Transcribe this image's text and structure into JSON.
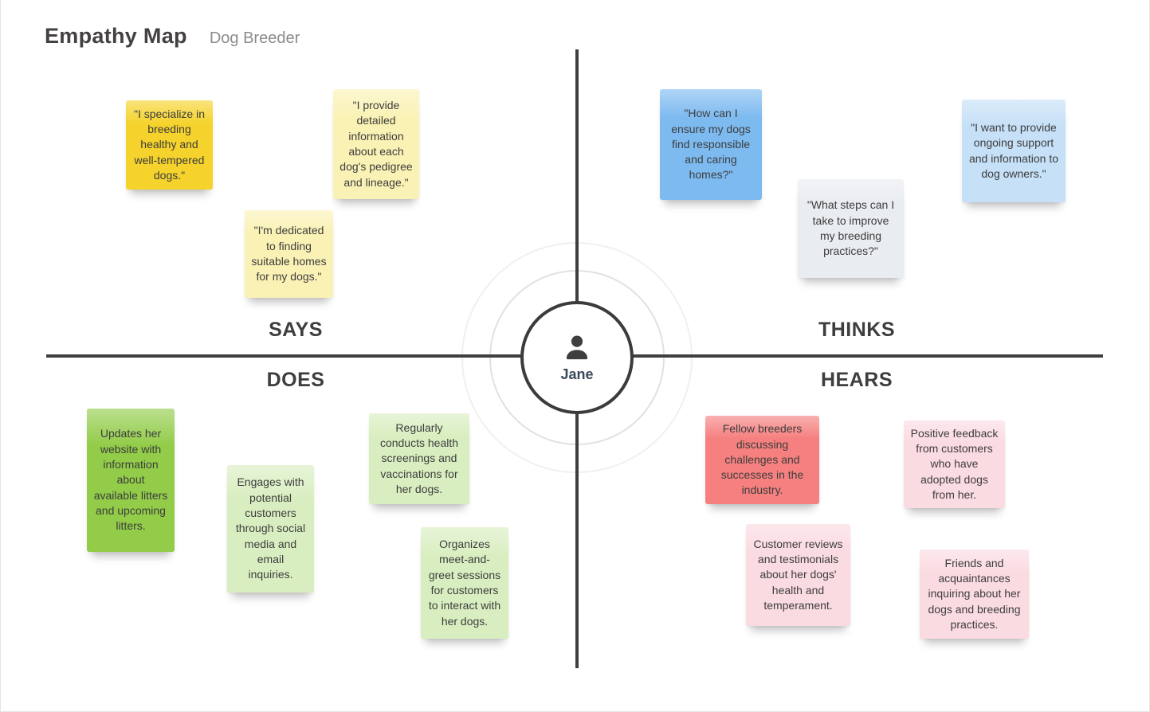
{
  "header": {
    "title": "Empathy Map",
    "subtitle": "Dog Breeder"
  },
  "persona": {
    "name": "Jane"
  },
  "quadrant_labels": {
    "says": "SAYS",
    "thinks": "THINKS",
    "does": "DOES",
    "hears": "HEARS"
  },
  "colors": {
    "gold": "#F5D32C",
    "light_yellow": "#FAF2B5",
    "blue": "#7DBAF0",
    "light_gray": "#E9ECF0",
    "light_blue": "#C6E0F7",
    "green": "#92CC49",
    "light_green": "#D9EEC0",
    "red": "#F5807F",
    "light_pink": "#FBDBE2",
    "axis": "#3F3F3F"
  },
  "notes": [
    {
      "quadrant": "says",
      "color": "gold",
      "text": "\"I specialize in breeding healthy and well-tempered dogs.\""
    },
    {
      "quadrant": "says",
      "color": "light_yellow",
      "text": "\"I provide detailed information about each dog's pedigree and lineage.\""
    },
    {
      "quadrant": "says",
      "color": "light_yellow",
      "text": "\"I'm dedicated to finding suitable homes for my dogs.\""
    },
    {
      "quadrant": "thinks",
      "color": "blue",
      "text": "\"How can I ensure my dogs find responsible and caring homes?\""
    },
    {
      "quadrant": "thinks",
      "color": "light_gray",
      "text": "\"What steps can I take to improve my breeding practices?\""
    },
    {
      "quadrant": "thinks",
      "color": "light_blue",
      "text": "\"I want to provide ongoing support and information to dog owners.\""
    },
    {
      "quadrant": "does",
      "color": "green",
      "text": "Updates her website with information about available litters and upcoming litters."
    },
    {
      "quadrant": "does",
      "color": "light_green",
      "text": "Engages with potential customers through social media and email inquiries."
    },
    {
      "quadrant": "does",
      "color": "light_green",
      "text": "Regularly conducts health screenings and vaccinations for her dogs."
    },
    {
      "quadrant": "does",
      "color": "light_green",
      "text": "Organizes meet-and-greet sessions for customers to interact with her dogs."
    },
    {
      "quadrant": "hears",
      "color": "red",
      "text": "Fellow breeders discussing challenges and successes in the industry."
    },
    {
      "quadrant": "hears",
      "color": "light_pink",
      "text": "Positive feedback from customers who have adopted dogs from her."
    },
    {
      "quadrant": "hears",
      "color": "light_pink",
      "text": "Customer reviews and testimonials about her dogs' health and temperament."
    },
    {
      "quadrant": "hears",
      "color": "light_pink",
      "text": "Friends and acquaintances inquiring about her dogs and breeding practices."
    }
  ]
}
